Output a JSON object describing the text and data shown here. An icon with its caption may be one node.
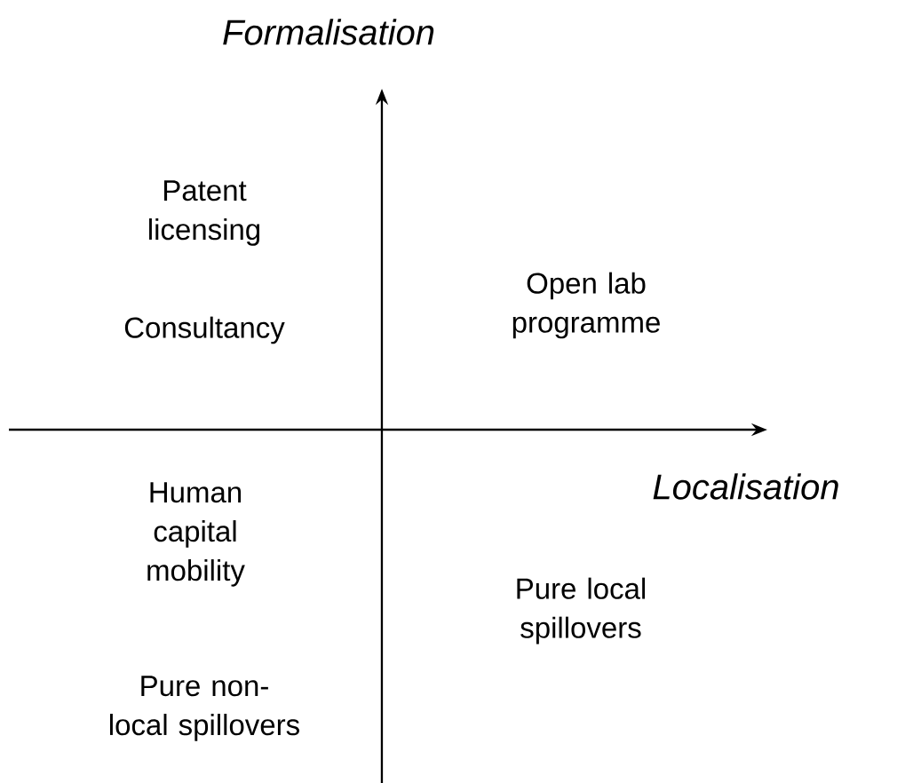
{
  "diagram": {
    "labels": [
      "Formalisation",
      "Patent licensing",
      "Open lab programme",
      "Consultancy",
      "Localisation",
      "Human capital mobility",
      "Pure local spillovers",
      "Pure non-local spillovers"
    ]
  }
}
